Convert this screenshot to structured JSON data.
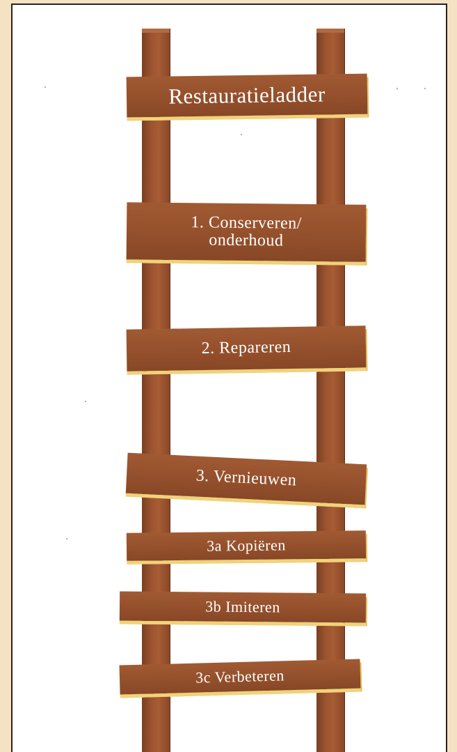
{
  "ladder": {
    "title": "Restauratieladder",
    "rungs": [
      {
        "line1": "1. Conserveren/",
        "line2": "onderhoud"
      },
      {
        "line1": "2. Repareren"
      },
      {
        "line1": "3. Vernieuwen"
      },
      {
        "line1": "3a Kopiëren"
      },
      {
        "line1": "3b Imiteren"
      },
      {
        "line1": "3c Verbeteren"
      }
    ]
  }
}
